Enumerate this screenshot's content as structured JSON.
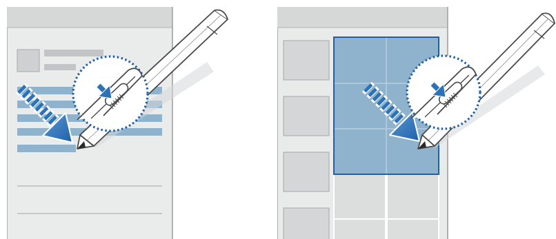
{
  "panels": [
    {
      "id": "text-selection",
      "content": "text-lines"
    },
    {
      "id": "grid-selection",
      "content": "thumbnail-grid"
    }
  ],
  "icons": [
    "s-pen-stylus-icon",
    "pen-button-press-arrow-icon",
    "drag-direction-arrow-icon"
  ],
  "colors": {
    "phone_body": "#e9eaea",
    "header_bar": "#d8d8d8",
    "outline": "#8a8a8a",
    "placeholder_gray": "#c8c9ca",
    "selection_blue": "#8fb3cc",
    "selection_border": "#1e5fa6",
    "arrow_blue": "#2b72b8",
    "dotted_ring": "#1e5fa6"
  }
}
